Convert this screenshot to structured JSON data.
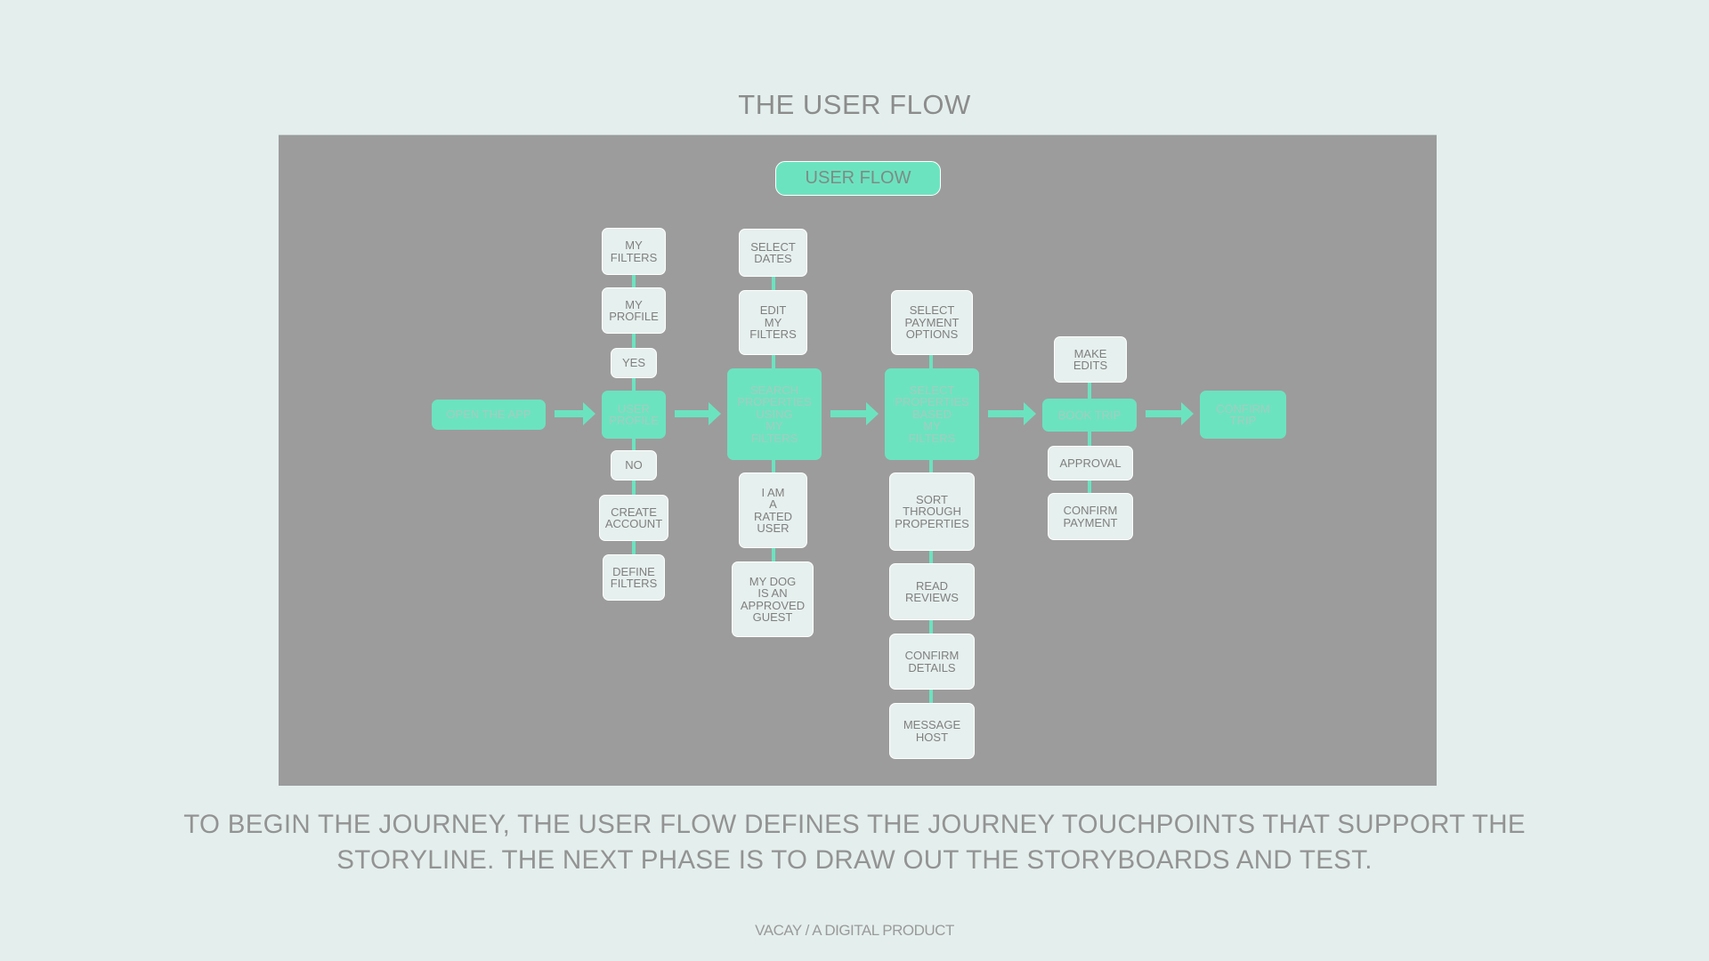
{
  "page": {
    "title": "THE USER FLOW",
    "description": "TO BEGIN THE JOURNEY, THE USER FLOW DEFINES THE JOURNEY TOUCHPOINTS THAT SUPPORT THE STORYLINE. THE NEXT PHASE IS TO DRAW OUT THE STORYBOARDS AND TEST.",
    "footer": "VACAY / A  DIGITAL PRODUCT"
  },
  "diagram": {
    "title": "USER FLOW",
    "colors": {
      "accent": "#6ce3bf",
      "node_fill": "#e6f0ee",
      "panel": "#9c9c9c",
      "connector": "#6ce3bf"
    },
    "nodes": [
      {
        "id": "open-app",
        "label": "OPEN THE APP",
        "primary": true
      },
      {
        "id": "user-profile",
        "label": "USER\nPROFILE",
        "primary": true
      },
      {
        "id": "search-properties",
        "label": "SEARCH\nPROPERTIES\nUSING\nMY\nFILTERS",
        "primary": true
      },
      {
        "id": "select-properties",
        "label": "SELECT\nPROPERTIES\nBASED\nMY\nFILTERS",
        "primary": true
      },
      {
        "id": "book-trip",
        "label": "BOOK TRIP",
        "primary": true
      },
      {
        "id": "confirm-trip",
        "label": "CONFIRM\nTRIP",
        "primary": true
      },
      {
        "id": "my-filters",
        "label": "MY\nFILTERS"
      },
      {
        "id": "my-profile",
        "label": "MY\nPROFILE"
      },
      {
        "id": "yes",
        "label": "YES"
      },
      {
        "id": "no",
        "label": "NO"
      },
      {
        "id": "create-account",
        "label": "CREATE\nACCOUNT"
      },
      {
        "id": "define-filters",
        "label": "DEFINE\nFILTERS"
      },
      {
        "id": "select-dates",
        "label": "SELECT\nDATES"
      },
      {
        "id": "edit-my-filters",
        "label": "EDIT\nMY\nFILTERS"
      },
      {
        "id": "rated-user",
        "label": "I AM\nA\nRATED\nUSER"
      },
      {
        "id": "dog-approved",
        "label": "MY DOG\nIS AN\nAPPROVED\nGUEST"
      },
      {
        "id": "select-payment",
        "label": "SELECT\nPAYMENT\nOPTIONS"
      },
      {
        "id": "sort-properties",
        "label": "SORT\nTHROUGH\nPROPERTIES"
      },
      {
        "id": "read-reviews",
        "label": "READ\nREVIEWS"
      },
      {
        "id": "confirm-details",
        "label": "CONFIRM\nDETAILS"
      },
      {
        "id": "message-host",
        "label": "MESSAGE\nHOST"
      },
      {
        "id": "make-edits",
        "label": "MAKE\nEDITS"
      },
      {
        "id": "approval",
        "label": "APPROVAL"
      },
      {
        "id": "confirm-payment",
        "label": "CONFIRM\nPAYMENT"
      }
    ],
    "arrows": [
      {
        "from": "open-app",
        "to": "user-profile"
      },
      {
        "from": "user-profile",
        "to": "search-properties"
      },
      {
        "from": "search-properties",
        "to": "select-properties"
      },
      {
        "from": "select-properties",
        "to": "book-trip"
      },
      {
        "from": "book-trip",
        "to": "confirm-trip"
      }
    ]
  }
}
